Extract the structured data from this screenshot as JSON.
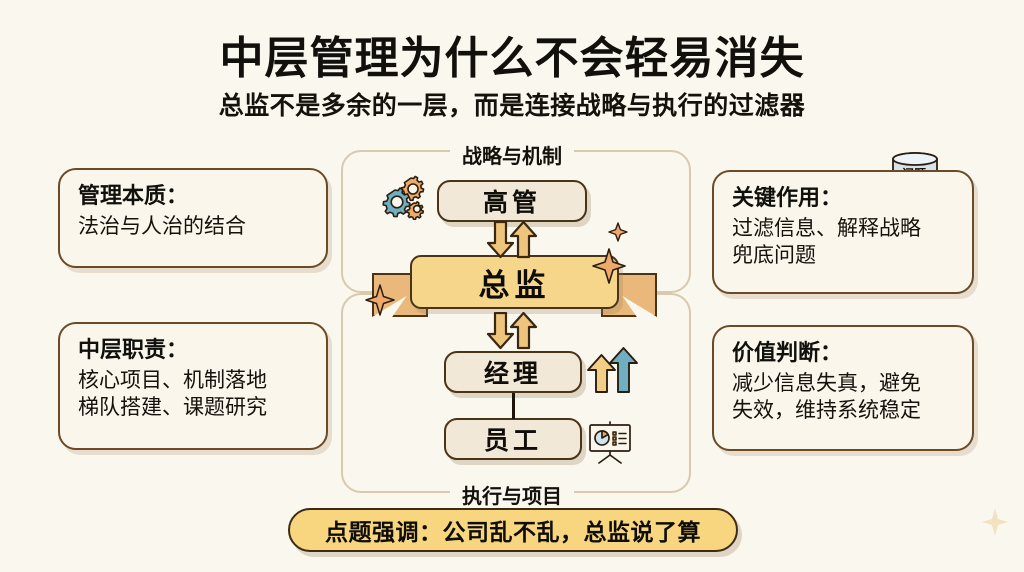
{
  "header": {
    "title": "中层管理为什么不会轻易消失",
    "subtitle": "总监不是多余的一层，而是连接战略与执行的过滤器"
  },
  "colors": {
    "background": "#FAF7EE",
    "ribbon_fill": "#F6D68A",
    "box_fill": "#F2E8D7",
    "border_dark": "#4A3418",
    "accent_orange": "#EFA968",
    "accent_blue": "#6FAFC4",
    "banner_yellow": "#F8D67F",
    "panel_border": "#D9C9AE"
  },
  "cards": {
    "essence": {
      "title": "管理本质：",
      "lines": [
        "法治与人治的结合"
      ]
    },
    "duty": {
      "title": "中层职责：",
      "lines": [
        "核心项目、机制落地",
        "梯队搭建、课题研究"
      ]
    },
    "role": {
      "title": "关键作用：",
      "lines": [
        "过滤信息、解释战略",
        "兜底问题"
      ]
    },
    "value": {
      "title": "价值判断：",
      "lines": [
        "减少信息失真，避免",
        "失效，维持系统稳定"
      ]
    }
  },
  "diagram": {
    "panel_top_label": "战略与机制",
    "panel_bottom_label": "执行与项目",
    "nodes": {
      "executive": "高管",
      "director": "总监",
      "manager": "经理",
      "staff": "员工"
    },
    "icons": {
      "gears": "gears-icon",
      "funnel": "funnel-icon",
      "funnel_label": "问题",
      "growth_arrows": "up-arrows-icon",
      "presentation": "presentation-chart-icon",
      "sparkle": "sparkle-icon",
      "arrow_down": "arrow-down-icon",
      "arrow_up": "arrow-up-icon"
    }
  },
  "banner": {
    "text": "点题强调：公司乱不乱，总监说了算"
  }
}
